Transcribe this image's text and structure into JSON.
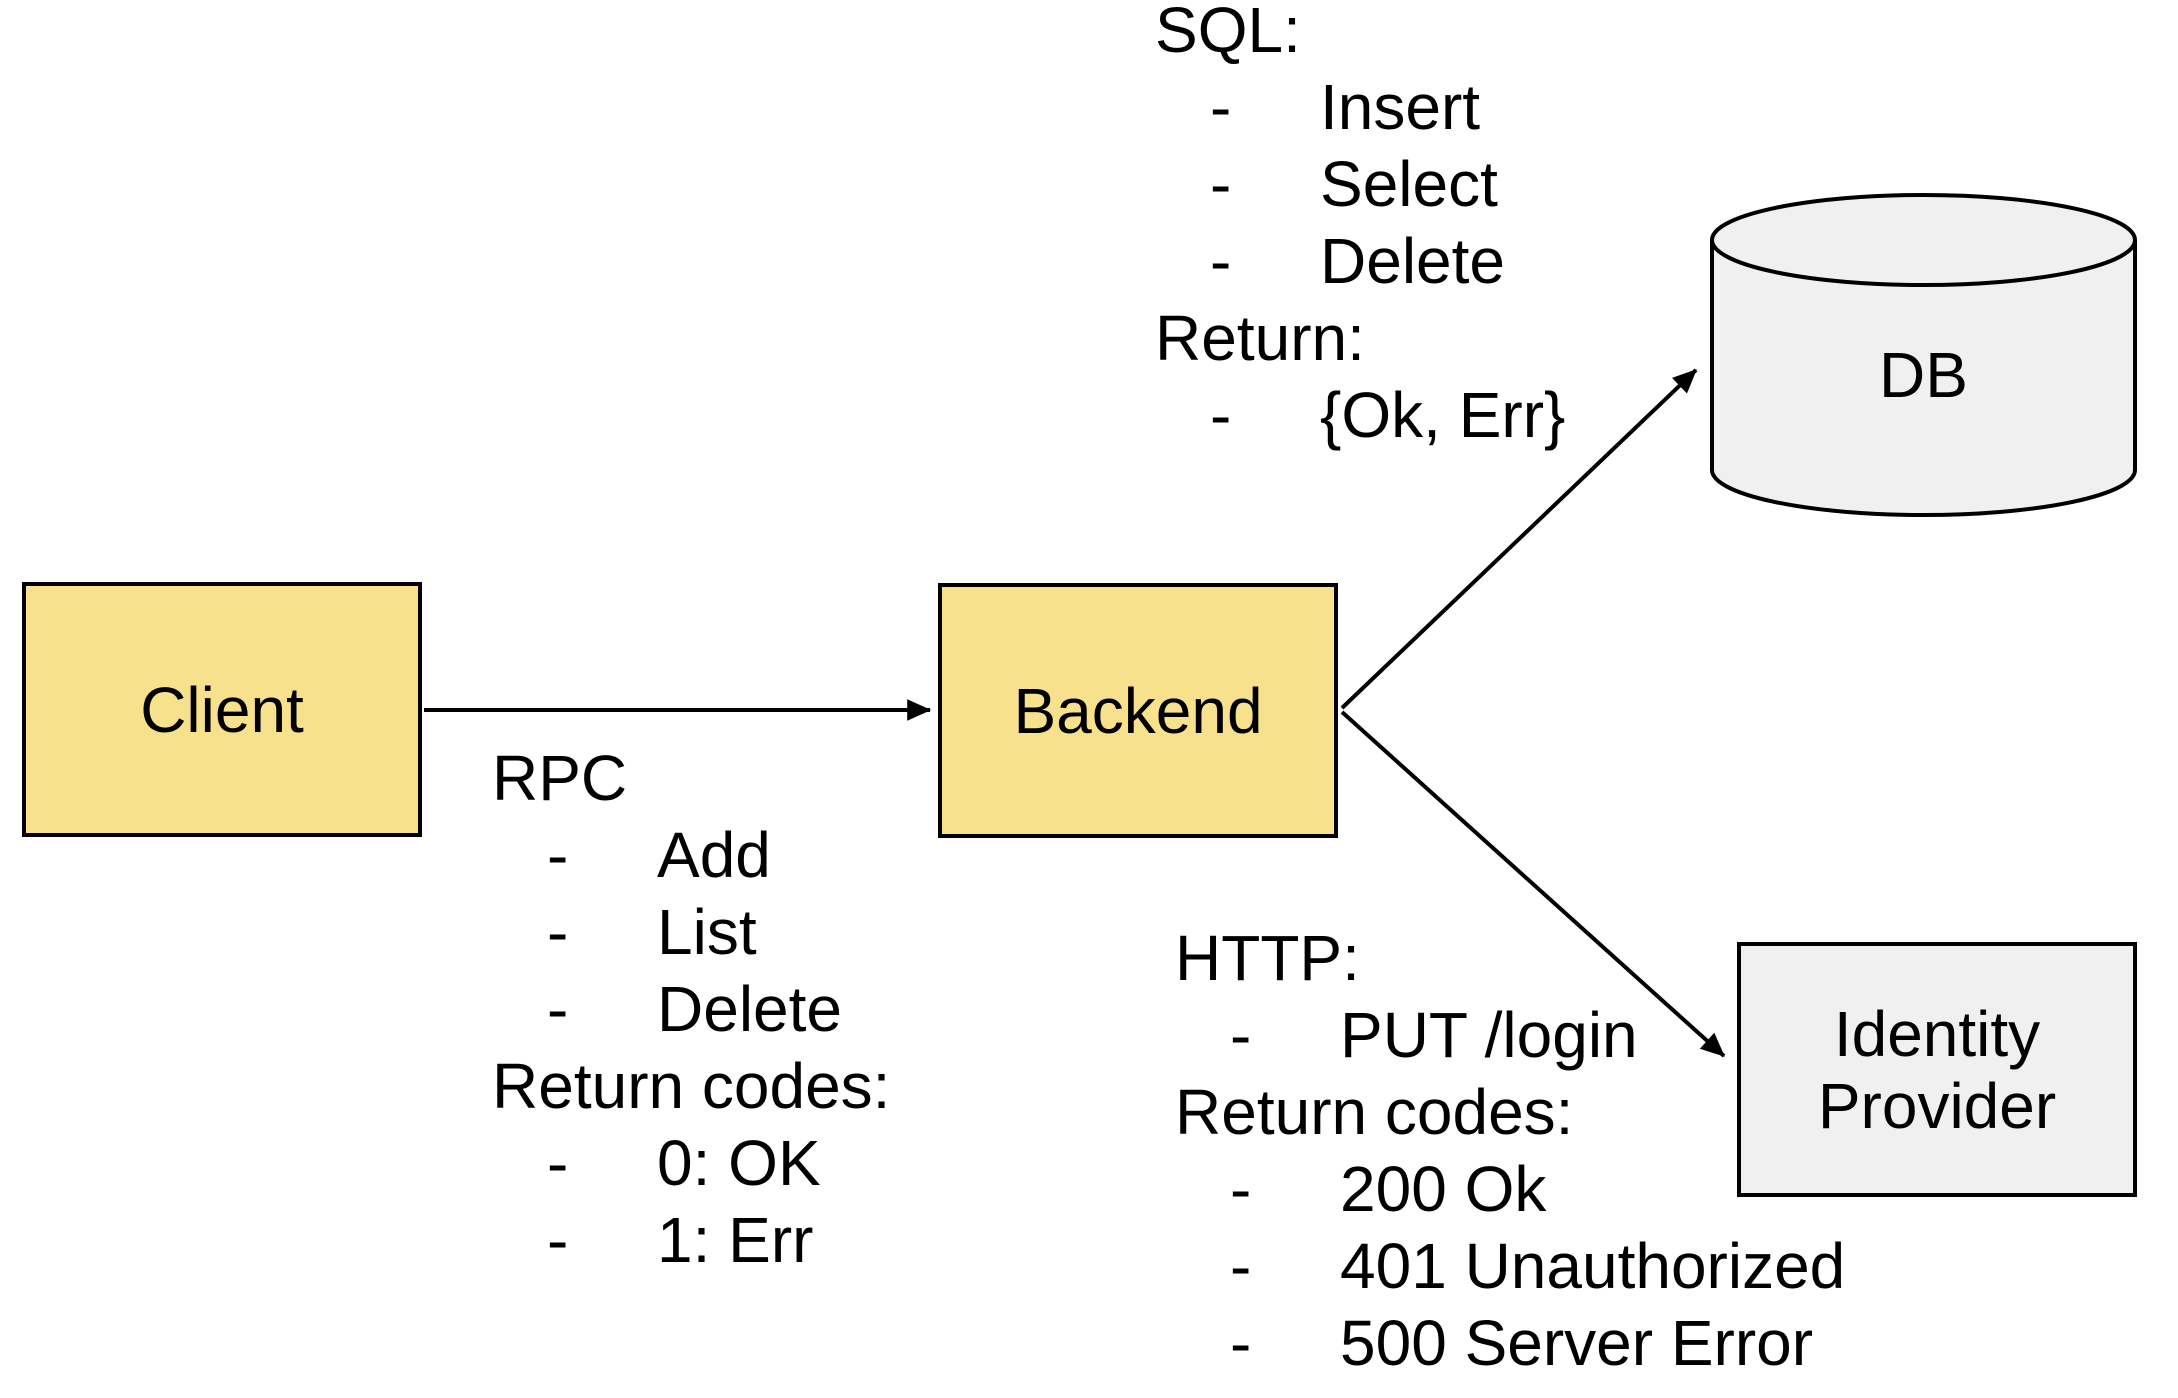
{
  "colors": {
    "background": "#FFFFFF",
    "node_yellow": "#F7E18C",
    "node_gray": "#F0F0F0",
    "line_black": "#000000",
    "text_black": "#000000"
  },
  "glyphs": {
    "dash": "-"
  },
  "nodes": {
    "client": {
      "label": "Client"
    },
    "backend": {
      "label": "Backend"
    },
    "db": {
      "label": "DB"
    },
    "identity_provider": {
      "label": "Identity Provider"
    }
  },
  "annotations": {
    "sql": {
      "title": "SQL:",
      "items": [
        "Insert",
        "Select",
        "Delete"
      ],
      "return_title": "Return:",
      "return_items": [
        "{Ok, Err}"
      ]
    },
    "rpc": {
      "title": "RPC",
      "items": [
        "Add",
        "List",
        "Delete"
      ],
      "return_title": "Return codes:",
      "return_items": [
        "0: OK",
        "1: Err"
      ]
    },
    "http": {
      "title": "HTTP:",
      "items": [
        "PUT /login"
      ],
      "return_title": "Return codes:",
      "return_items": [
        "200 Ok",
        "401 Unauthorized",
        "500 Server Error"
      ]
    }
  }
}
